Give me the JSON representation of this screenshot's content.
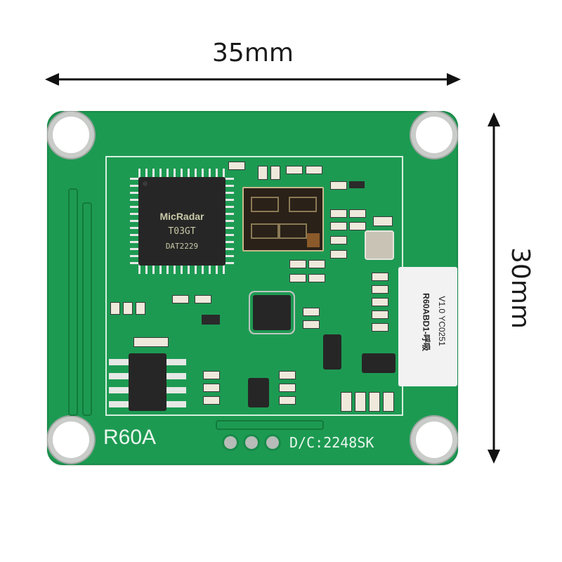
{
  "dimensions": {
    "width_label": "35mm",
    "height_label": "30mm"
  },
  "board": {
    "color": "#1d9a52",
    "model_silkscreen": "R60A",
    "date_code": "D/C:2248SK"
  },
  "main_chip": {
    "brand": "MicRadar",
    "part": "T03GT",
    "lot": "DAT2229"
  },
  "label_sticker": {
    "line1": "R60ABD1-呼吸",
    "line2": "V1.0 YC0251"
  }
}
